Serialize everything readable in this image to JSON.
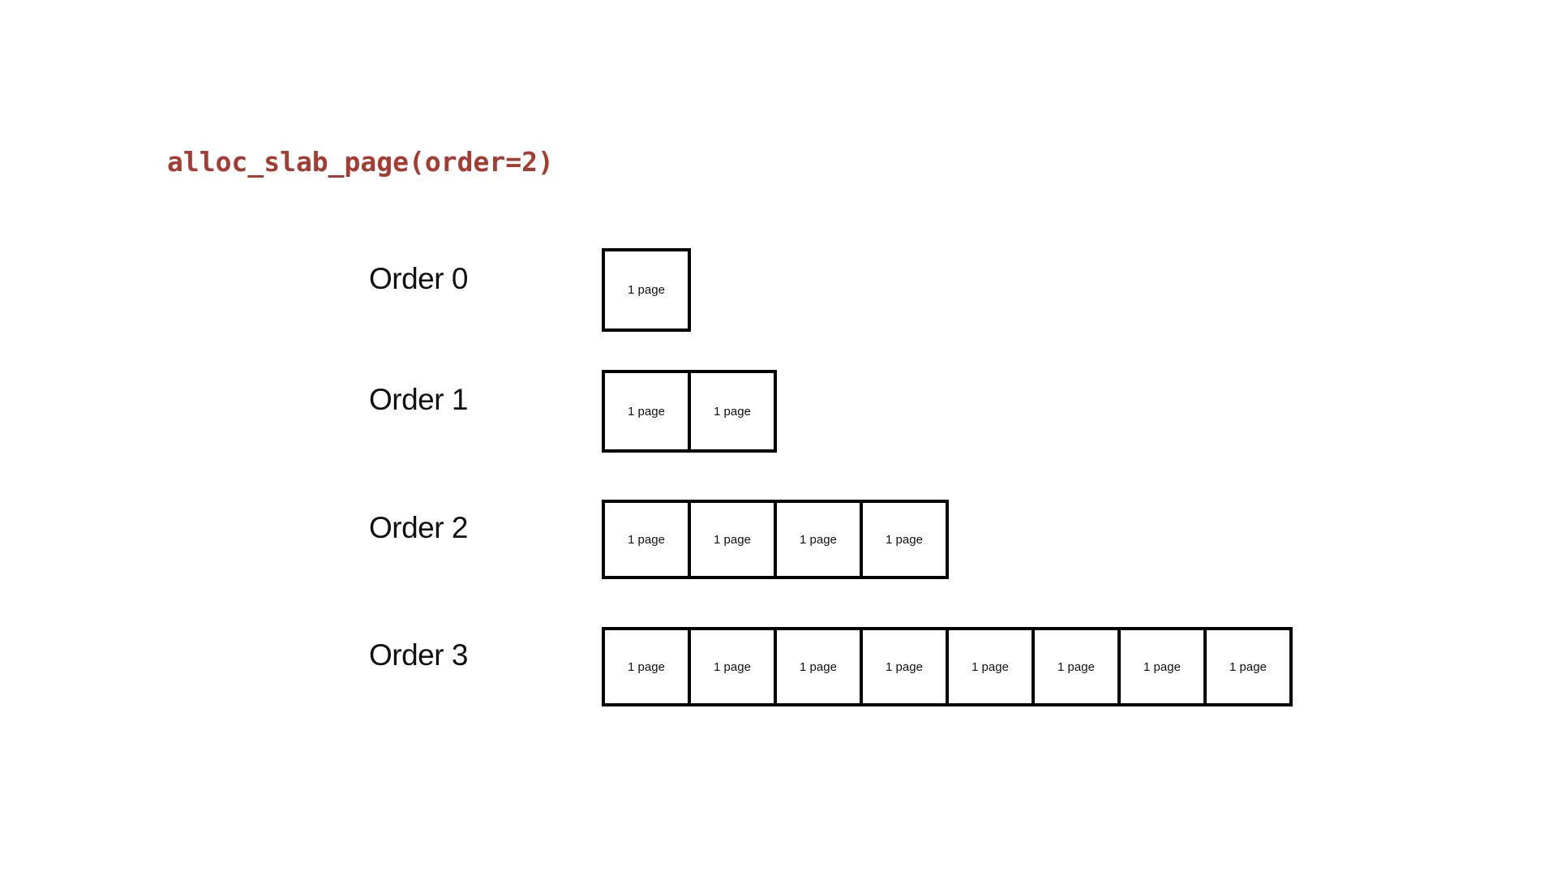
{
  "title": {
    "text": "alloc_slab_page(order=2)",
    "color": "#a53c32"
  },
  "diagram": {
    "page_box_label": "1 page",
    "rows": [
      {
        "label": "Order 0",
        "pages": [
          "1 page"
        ]
      },
      {
        "label": "Order 1",
        "pages": [
          "1 page",
          "1 page"
        ]
      },
      {
        "label": "Order 2",
        "pages": [
          "1 page",
          "1 page",
          "1 page",
          "1 page"
        ]
      },
      {
        "label": "Order 3",
        "pages": [
          "1 page",
          "1 page",
          "1 page",
          "1 page",
          "1 page",
          "1 page",
          "1 page",
          "1 page"
        ]
      }
    ]
  },
  "colors": {
    "title_accent": "#a53c32",
    "box_border": "#000000",
    "background": "#ffffff"
  }
}
